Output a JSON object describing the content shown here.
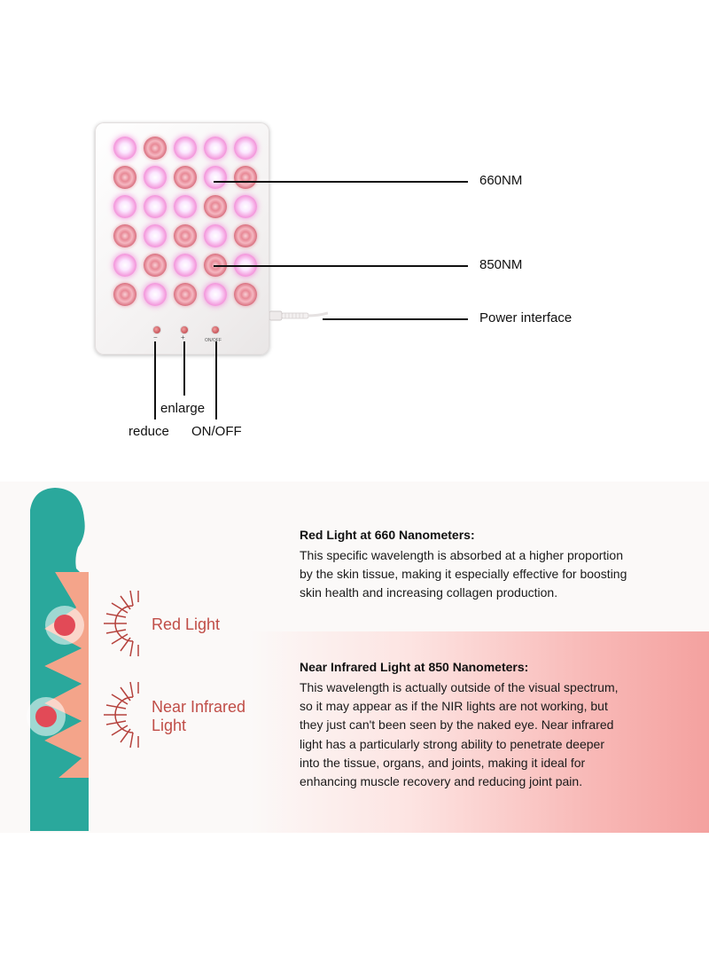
{
  "device": {
    "led_rows": [
      [
        "nir",
        "red",
        "nir",
        "nir",
        "nir"
      ],
      [
        "red",
        "nir",
        "red",
        "nir",
        "red"
      ],
      [
        "nir",
        "nir",
        "nir",
        "red",
        "nir"
      ],
      [
        "red",
        "nir",
        "red",
        "nir",
        "red"
      ],
      [
        "nir",
        "red",
        "nir",
        "red",
        "nir"
      ],
      [
        "red",
        "nir",
        "red",
        "nir",
        "red"
      ]
    ],
    "button_marks": [
      "−",
      "+",
      "ON/OFF"
    ]
  },
  "callouts": {
    "nm660": "660NM",
    "nm850": "850NM",
    "power": "Power interface",
    "enlarge": "enlarge",
    "reduce": "reduce",
    "onoff": "ON/OFF"
  },
  "diagram": {
    "red_light": "Red Light",
    "nir_line1": "Near Infrared",
    "nir_line2": "Light"
  },
  "sections": {
    "red": {
      "heading": "Red Light at 660 Nanometers:",
      "lines": [
        "This specific wavelength is absorbed at a higher proportion",
        "by the skin tissue, making it especially effective for boosting",
        "skin health and increasing collagen production."
      ]
    },
    "nir": {
      "heading": "Near Infrared Light at 850 Nanometers:",
      "lines": [
        "This wavelength is actually outside of the visual spectrum,",
        "so it may appear as if the NIR lights are not working, but",
        "they just can't been seen by the naked eye. Near infrared",
        "light has a particularly strong ability to penetrate deeper",
        "into the tissue, organs, and joints, making it ideal for",
        "enhancing muscle recovery and reducing joint pain."
      ]
    }
  },
  "colors": {
    "teal": "#2aa89c",
    "skin": "#f4a48a",
    "accent_red": "#c04d47"
  }
}
